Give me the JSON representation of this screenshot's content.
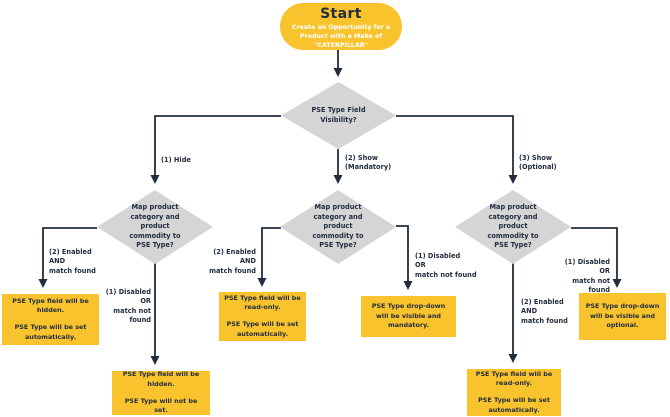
{
  "colors": {
    "accent_yellow": "#f9c32e",
    "decision_gray": "#d5d5d5",
    "text_dark": "#232d3e",
    "subtitle_white": "#ffffff"
  },
  "start": {
    "title": "Start",
    "subtitle": "Create an Opportunity for a\nProduct with a Make of\n\"CATERPILLAR\""
  },
  "decisions": {
    "visibility": "PSE Type Field\nVisibility?",
    "map_left": "Map product\ncategory and\nproduct\ncommodity to\nPSE Type?",
    "map_middle": "Map product\ncategory and\nproduct\ncommodity to\nPSE Type?",
    "map_right": "Map product\ncategory and\nproduct\ncommodity to\nPSE Type?"
  },
  "edge_labels": {
    "hide": "(1) Hide",
    "show_mandatory": "(2) Show\n(Mandatory)",
    "show_optional": "(3) Show\n(Optional)",
    "left_enabled": "(2) Enabled\nAND\nmatch found",
    "left_disabled": "(1) Disabled\nOR\nmatch not found",
    "middle_enabled": "(2) Enabled\nAND\nmatch found",
    "middle_disabled": "(1) Disabled\nOR\nmatch not found",
    "right_disabled": "(1) Disabled\nOR\nmatch not found",
    "right_enabled": "(2) Enabled\nAND\nmatch found"
  },
  "outcomes": {
    "hidden_auto": [
      "PSE Type field will be hidden.",
      "PSE Type will be set automatically."
    ],
    "hidden_not_set": [
      "PSE Type field will be hidden.",
      "PSE Type will not be set."
    ],
    "readonly_auto_middle": [
      "PSE Type field will be read-only.",
      "PSE Type will be set automatically."
    ],
    "dropdown_mandatory": [
      "PSE Type drop-down will be visible and mandatory."
    ],
    "dropdown_optional": [
      "PSE Type drop-down will be visible and optional."
    ],
    "readonly_auto_right": [
      "PSE Type field will be read-only.",
      "PSE Type will be set automatically."
    ]
  }
}
